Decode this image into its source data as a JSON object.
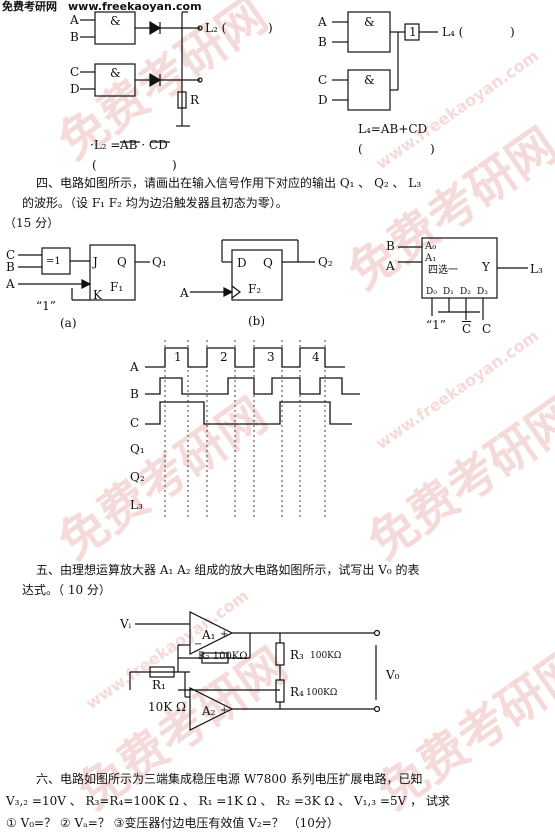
{
  "header": {
    "site_cn": "免费考研网",
    "site_url": "www.freekaoyan.com"
  },
  "watermark": {
    "cn": "免费考研网",
    "url": "www.freekaoyan.com"
  },
  "top_left_circuit": {
    "inputs": [
      "A",
      "B",
      "C",
      "D"
    ],
    "gate_symbol": "&",
    "output_label": "L₂ (",
    "output_close": ")",
    "resistor": "R",
    "formula_prefix": "·L₂ = ",
    "formula": "AB · CD",
    "answer_open": "(",
    "answer_close": ")"
  },
  "top_right_circuit": {
    "inputs": [
      "A",
      "B",
      "C",
      "D"
    ],
    "gate_symbol": "&",
    "buffer_symbol": "1",
    "output_label": "L₄ (",
    "output_close": ")",
    "formula": "L₄=AB+CD",
    "answer_open": "(",
    "answer_close": ")"
  },
  "q4": {
    "line1": "四、电路如图所示，请画出在输入信号作用下对应的输出 Q₁ 、 Q₂ 、 L₃",
    "line2": "的波形。（设 F₁ F₂ 均为边沿触发器且初态为零）。",
    "score": "（15 分）",
    "fig_a": {
      "inputs": [
        "C",
        "B",
        "A"
      ],
      "xor_symbol": "=1",
      "pins": [
        "J",
        "Q",
        "K",
        "F₁"
      ],
      "output": "Q₁",
      "one_label": "“1”",
      "caption": "(a)"
    },
    "fig_b": {
      "pins": [
        "D",
        "Q",
        "F₂"
      ],
      "input": "A",
      "output": "Q₂",
      "caption": "(b)"
    },
    "mux": {
      "inputs": [
        "B",
        "A"
      ],
      "addr": [
        "A₀",
        "A₁"
      ],
      "name": "四选一",
      "out_pin": "Y",
      "data": [
        "D₀",
        "D₁",
        "D₂",
        "D₃"
      ],
      "out_label": "L₃",
      "const_label": "“1”",
      "c_bar": "C",
      "c": "C"
    },
    "waveform": {
      "pulses": [
        "1",
        "2",
        "3",
        "4"
      ],
      "rows": [
        "A",
        "B",
        "C",
        "Q₁",
        "Q₂",
        "L₃"
      ]
    }
  },
  "q5": {
    "line1": "五、由理想运算放大器 A₁ A₂ 组成的放大电路如图所示，试写出 V₀ 的表",
    "line2": "达式。（ 10 分）",
    "circuit": {
      "input": "Vᵢ",
      "amp1": "A₁",
      "amp2": "A₂",
      "r2": "R₂ 100KΩ",
      "r1": "R₁",
      "r1_value": "10K Ω",
      "r3": "R₃",
      "r3_value": "100KΩ",
      "r4": "R₄",
      "r4_value": "100KΩ",
      "vo": "V₀",
      "minus": "−",
      "plus": "+"
    }
  },
  "q6": {
    "line1": "六、电路如图所示为三端集成稳压电源 W7800 系列电压扩展电路，已知",
    "line2": "V₃,₂ =10V 、 R₃=R₄=100K Ω 、 R₁ =1K Ω 、 R₂ =3K Ω 、 V₁,₃ =5V ， 试求",
    "line3": "① V₀=？ ② Vₐ=？ ③变压器付边电压有效值 V₂=？ （10分）"
  }
}
